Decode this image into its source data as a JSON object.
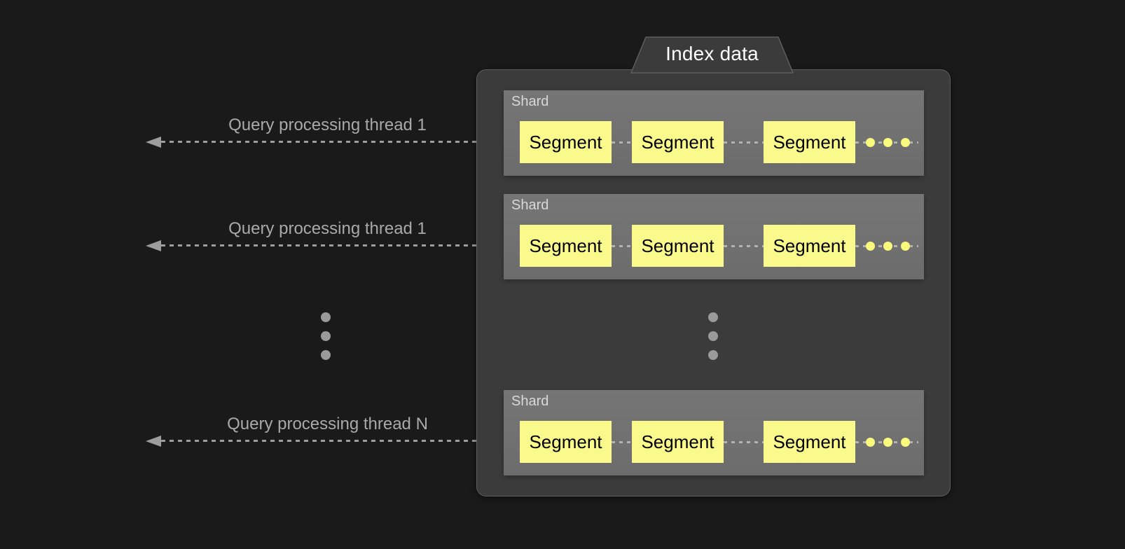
{
  "diagram": {
    "title": "Index data",
    "background_color": "#1a1a1a",
    "container_color": "#3b3b3b",
    "shard_color": "#737373",
    "segment_color": "#fafa8c",
    "accent_dot_color": "#fafa7d",
    "line_color": "#9d9d9d",
    "text_color": "#a9a9a9"
  },
  "threads": [
    {
      "label": "Query processing thread 1"
    },
    {
      "label": "Query processing thread 1"
    },
    {
      "label": "Query processing thread N"
    }
  ],
  "shards": [
    {
      "label": "Shard",
      "segments": [
        {
          "label": "Segment"
        },
        {
          "label": "Segment"
        },
        {
          "label": "Segment"
        }
      ],
      "ellipsis": "more-segments"
    },
    {
      "label": "Shard",
      "segments": [
        {
          "label": "Segment"
        },
        {
          "label": "Segment"
        },
        {
          "label": "Segment"
        }
      ],
      "ellipsis": "more-segments"
    },
    {
      "label": "Shard",
      "segments": [
        {
          "label": "Segment"
        },
        {
          "label": "Segment"
        },
        {
          "label": "Segment"
        }
      ],
      "ellipsis": "more-segments"
    }
  ],
  "ellipsis": {
    "left_threads": "more-threads",
    "center_shards": "more-shards"
  }
}
